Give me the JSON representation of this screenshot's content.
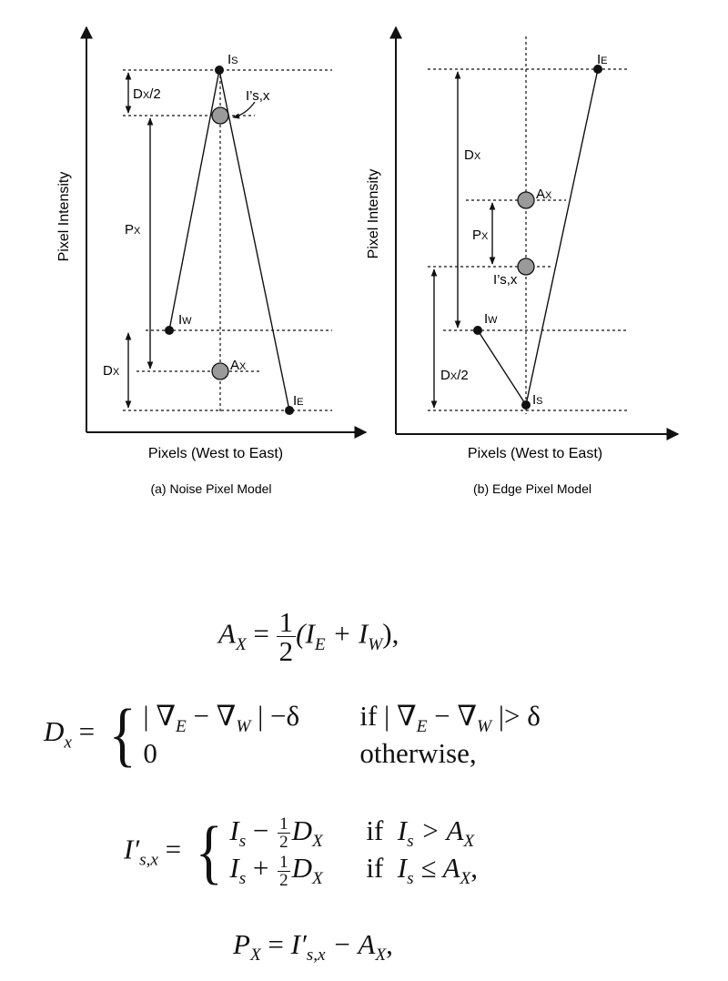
{
  "panel_a": {
    "y_axis_label": "Pixel Intensity",
    "x_axis_label": "Pixels (West to East)",
    "caption": "(a) Noise Pixel Model",
    "labels": {
      "is": "I",
      "is_sub": "S",
      "is_prime": "I’s,x",
      "iw": "I",
      "iw_sub": "W",
      "ie": "I",
      "ie_sub": "E",
      "ax": "A",
      "ax_sub": "X",
      "dx_half": "D",
      "dx_half_sub": "X",
      "dx_half_tail": "/2",
      "px": "P",
      "px_sub": "X",
      "dx": "D",
      "dx_sub": "X"
    }
  },
  "panel_b": {
    "y_axis_label": "Pixel Intensity",
    "x_axis_label": "Pixels (West to East)",
    "caption": "(b) Edge Pixel Model",
    "labels": {
      "ie": "I",
      "ie_sub": "E",
      "dx": "D",
      "dx_sub": "X",
      "ax": "A",
      "ax_sub": "X",
      "px": "P",
      "px_sub": "X",
      "is_prime": "I’s,x",
      "iw": "I",
      "iw_sub": "W",
      "dx_half": "D",
      "dx_half_sub": "X",
      "dx_half_tail": "/2",
      "is": "I",
      "is_sub": "S"
    }
  },
  "equations": {
    "ax": {
      "lhs": "A",
      "lhs_sub": "X",
      "eq": " = ",
      "num": "1",
      "den": "2",
      "rhs": "(I",
      "rhs_sub1": "E",
      "plus": " + I",
      "rhs_sub2": "W",
      "end": "),"
    },
    "dx": {
      "lhs": "D",
      "lhs_sub": "x",
      "eq": " = ",
      "case1": "| ∇",
      "case1_sub1": "E",
      "case1_mid": " − ∇",
      "case1_sub2": "W",
      "case1_end": " | −δ",
      "case1_cond_if": "if | ∇",
      "case1_cond_sub1": "E",
      "case1_cond_mid": " − ∇",
      "case1_cond_sub2": "W",
      "case1_cond_end": " |> δ",
      "case2": "0",
      "case2_cond": "otherwise,"
    },
    "is_prime": {
      "lhs": "I′",
      "lhs_sub": "s,x",
      "eq": " = ",
      "case1_a": "I",
      "case1_a_sub": "s",
      "case1_op": " − ",
      "case1_num": "1",
      "case1_den": "2",
      "case1_d": "D",
      "case1_d_sub": "X",
      "case1_if": "if",
      "case1_cond_a": "I",
      "case1_cond_a_sub": "s",
      "case1_cond_op": " > A",
      "case1_cond_sub": "X",
      "case2_a": "I",
      "case2_a_sub": "s",
      "case2_op": " + ",
      "case2_num": "1",
      "case2_den": "2",
      "case2_d": "D",
      "case2_d_sub": "X",
      "case2_if": "if",
      "case2_cond_a": "I",
      "case2_cond_a_sub": "s",
      "case2_cond_op": " ≤ A",
      "case2_cond_sub": "X",
      "case2_end": ","
    },
    "px": {
      "lhs": "P",
      "lhs_sub": "X",
      "eq": " = ",
      "r1": "I′",
      "r1_sub": "s,x",
      "minus": " − A",
      "r2_sub": "X",
      "end": ","
    }
  }
}
